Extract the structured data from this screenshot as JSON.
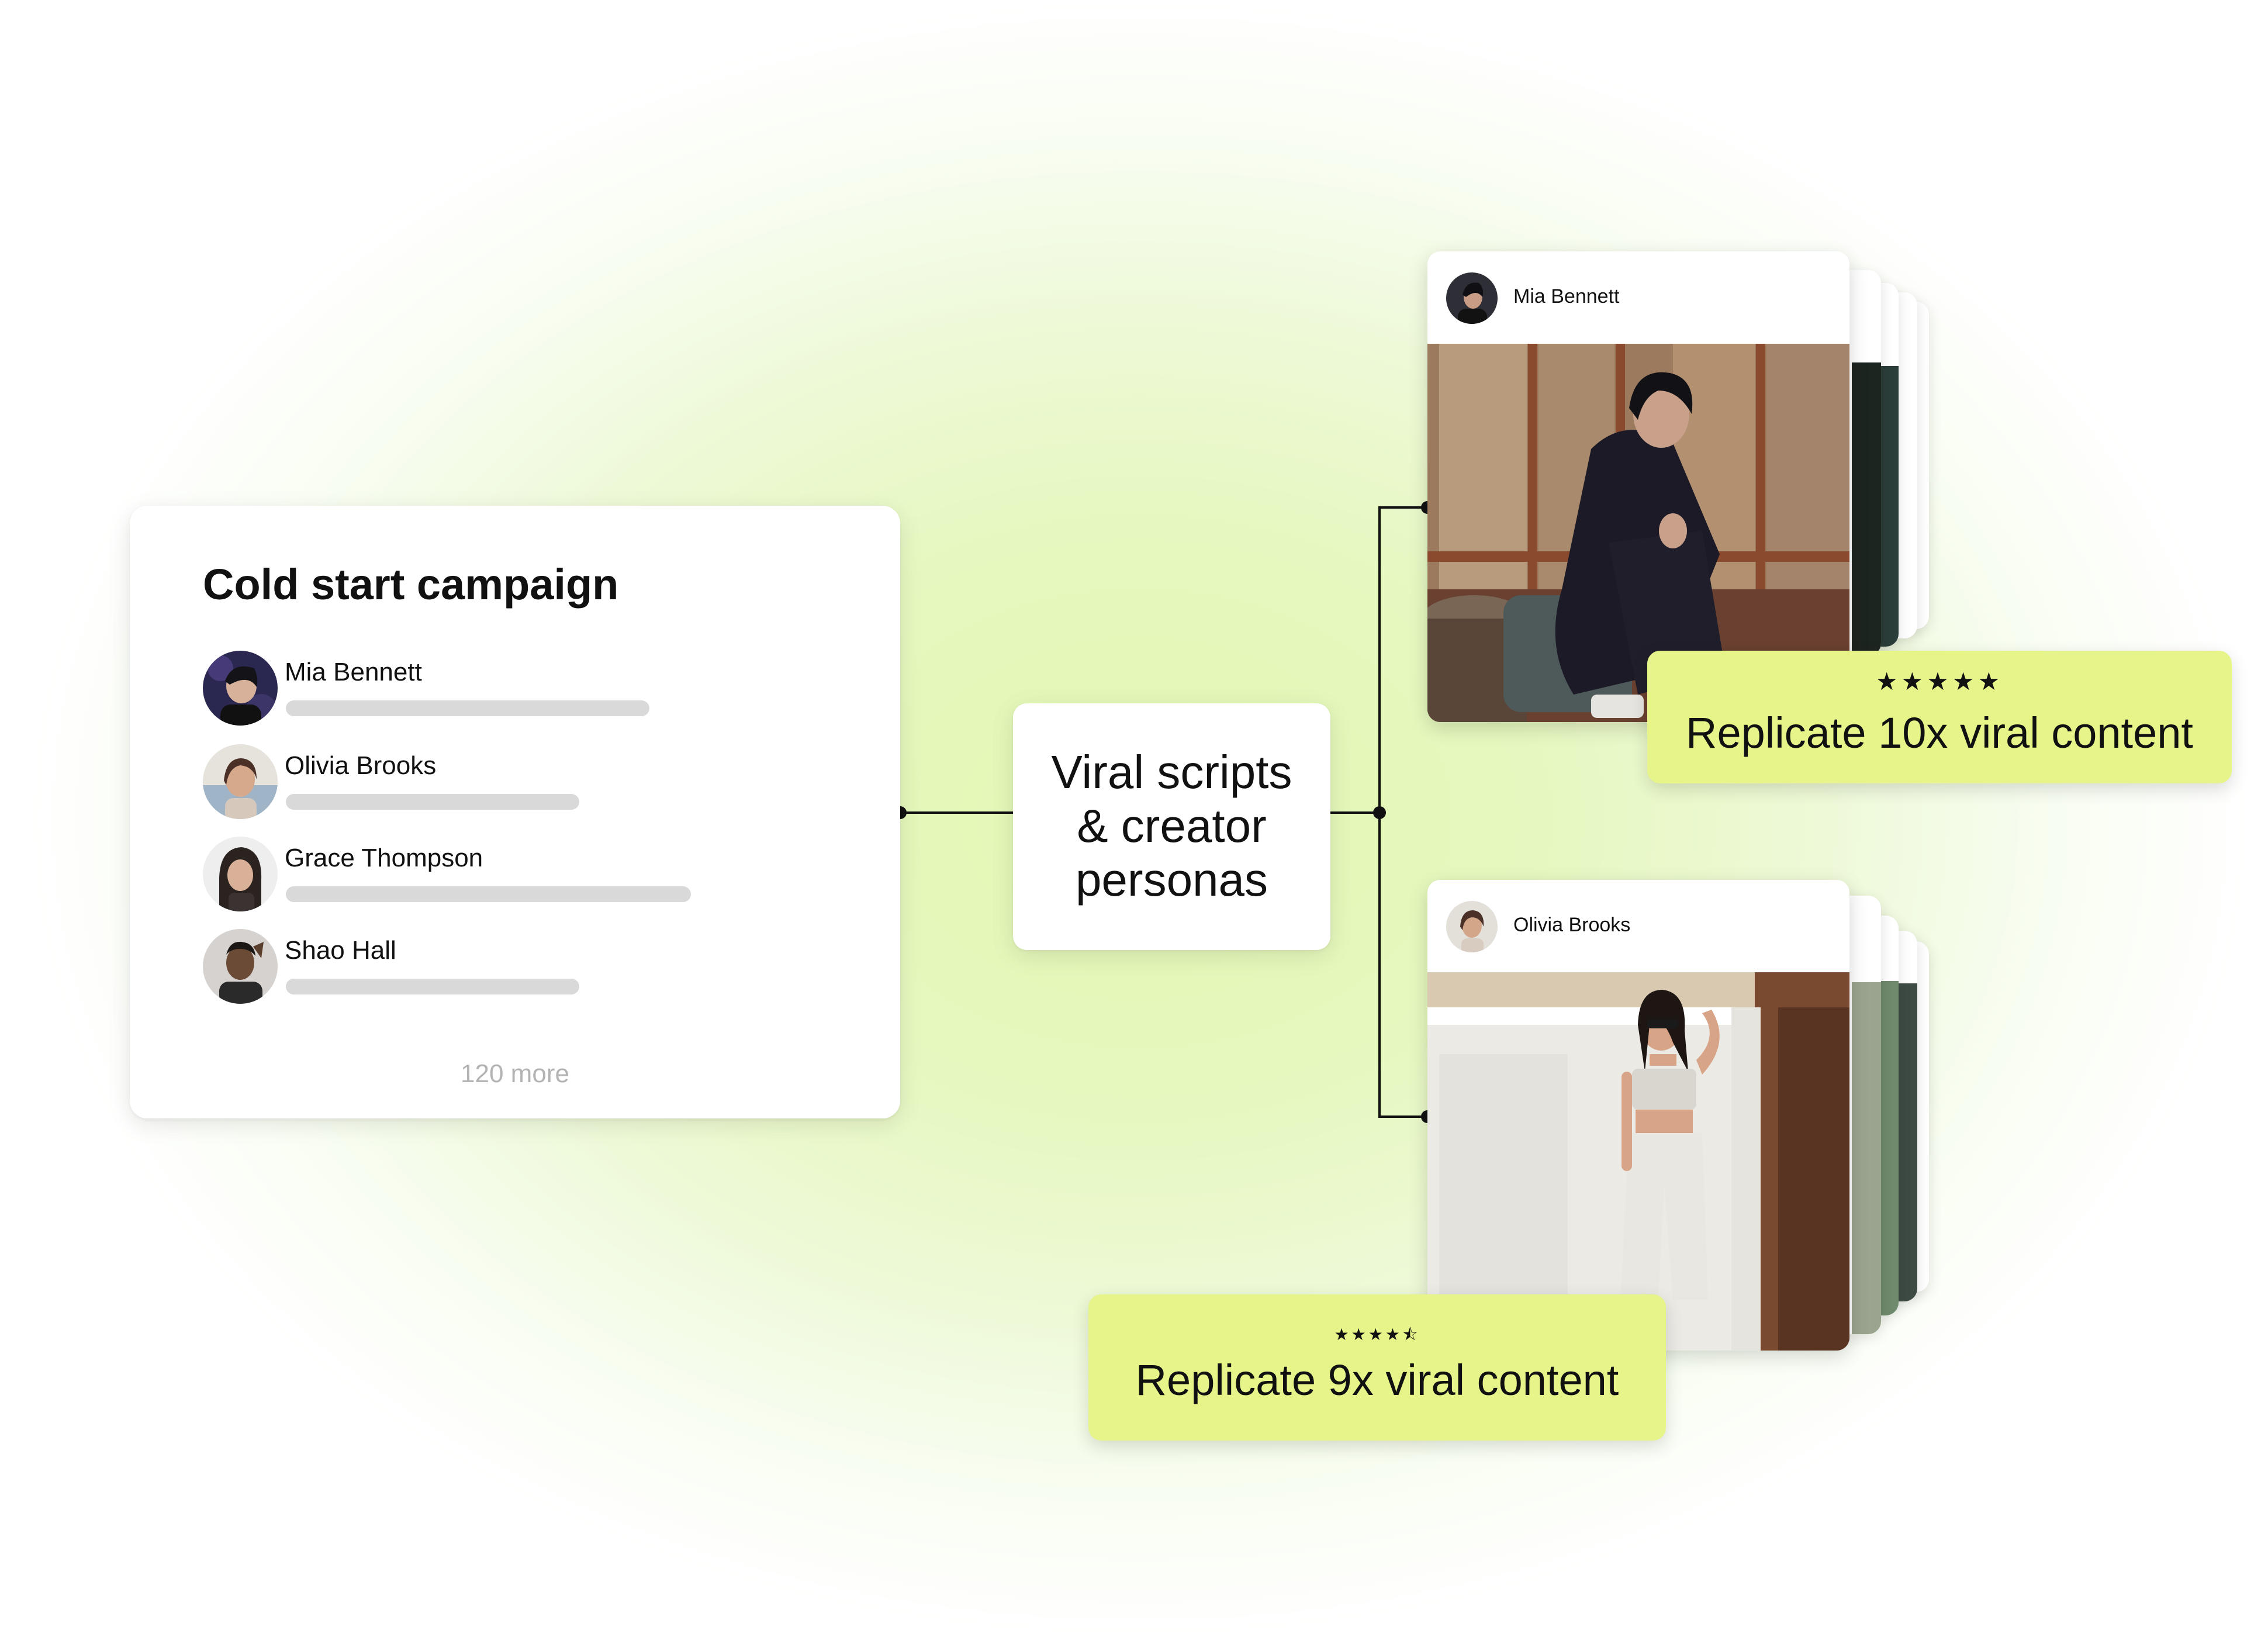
{
  "campaign": {
    "title": "Cold start campaign",
    "creators": [
      {
        "name": "Mia Bennett",
        "bar_fill": 0.62
      },
      {
        "name": "Olivia Brooks",
        "bar_fill": 0.5
      },
      {
        "name": "Grace Thompson",
        "bar_fill": 0.69
      },
      {
        "name": "Shao Hall",
        "bar_fill": 0.5
      }
    ],
    "more_label": "120 more"
  },
  "hub": {
    "line1": "Viral scripts",
    "line2": "& creator",
    "line3": "personas"
  },
  "outputs": [
    {
      "creator": "Mia Bennett",
      "stars": "★★★★★",
      "rating": 5,
      "label": "Replicate 10x viral content"
    },
    {
      "creator": "Olivia Brooks",
      "stars": "★★★★⯪",
      "rating": 4.5,
      "label": "Replicate 9x viral content"
    }
  ],
  "colors": {
    "accent_badge": "#e6f489",
    "background_glow": "#e2f7b3",
    "bar": "#d9d9d9"
  }
}
